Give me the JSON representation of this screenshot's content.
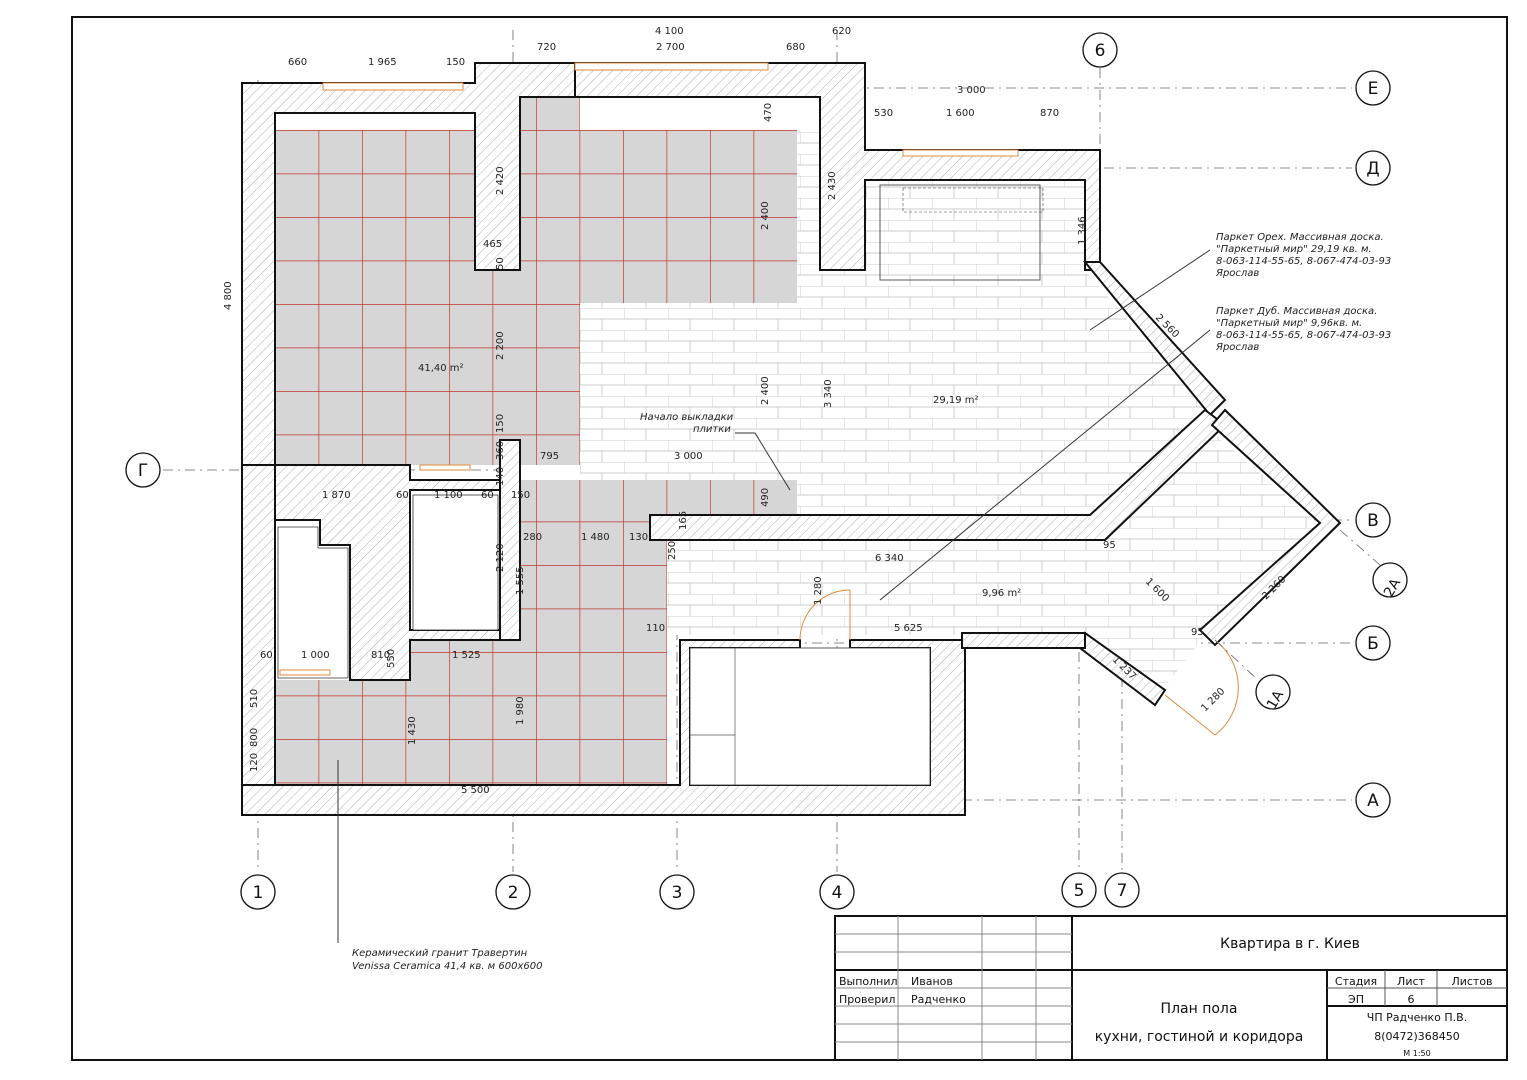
{
  "title_block": {
    "project": "Квартира в г. Киев",
    "sheet_title_1": "План пола",
    "sheet_title_2": "кухни, гостиной и коридора",
    "performed_label": "Выполнил",
    "performed_name": "Иванов",
    "checked_label": "Проверил",
    "checked_name": "Радченко",
    "stage_label": "Стадия",
    "sheet_label": "Лист",
    "sheets_label": "Листов",
    "stage_value": "ЭП",
    "sheet_value": "6",
    "company": "ЧП Радченко П.В.",
    "phone": "8(0472)368450",
    "scale": "М 1:50"
  },
  "axes": {
    "a1": "1",
    "a2": "2",
    "a3": "3",
    "a4": "4",
    "a5": "5",
    "a6": "6",
    "a7": "7",
    "E": "Е",
    "D": "Д",
    "V": "В",
    "B": "Б",
    "A": "А",
    "G": "Г",
    "a2A": "2А",
    "a1A": "1А"
  },
  "areas": {
    "left_room": "41,40 m²",
    "living_room": "29,19 m²",
    "corridor": "9,96 m²"
  },
  "notes": {
    "parquet_walnut": [
      "Паркет Орех. Массивная доска.",
      "\"Паркетный мир\" 29,19 кв. м.",
      "8-063-114-55-65, 8-067-474-03-93",
      "Ярослав"
    ],
    "parquet_oak": [
      "Паркет Дуб. Массивная доска.",
      "\"Паркетный мир\" 9,96кв. м.",
      "8-063-114-55-65, 8-067-474-03-93",
      "Ярослав"
    ],
    "tile_start": [
      "Начало выкладки",
      "плитки"
    ],
    "granite": [
      "Керамический гранит Травертин",
      "Venissa Ceramica 41,4 кв. м 600x600"
    ]
  },
  "dims": [
    "660",
    "1 965",
    "150",
    "4 100",
    "720",
    "2 700",
    "680",
    "620",
    "3 000",
    "530",
    "1 600",
    "870",
    "470",
    "2 420",
    "2 400",
    "2 430",
    "1 346",
    "465",
    "50",
    "4 800",
    "2 200",
    "2 400",
    "3 340",
    "2 560",
    "150",
    "360",
    "140",
    "795",
    "3 000",
    "490",
    "1 870",
    "60",
    "1 100",
    "60",
    "150",
    "165",
    "280",
    "1 480",
    "130",
    "250",
    "2 120",
    "1 555",
    "6 340",
    "1 600",
    "2 260",
    "1 280",
    "110",
    "5 625",
    "95",
    "95",
    "60",
    "1 000",
    "810",
    "550",
    "1 525",
    "1 237",
    "1 280",
    "510",
    "800",
    "1 430",
    "1 980",
    "120",
    "5 500"
  ],
  "colors": {
    "tile_grid": "#c0392b",
    "tile_fill": "#d9d9d9",
    "door": "#e08a3c"
  }
}
